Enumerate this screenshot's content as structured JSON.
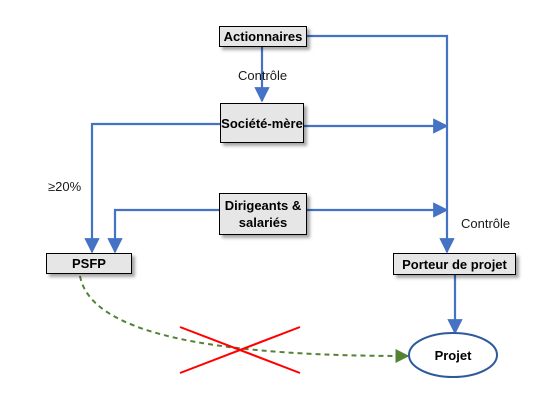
{
  "diagram": {
    "nodes": {
      "actionnaires": "Actionnaires",
      "societe_mere": "Société-mère",
      "dirigeants_line1": "Dirigeants &",
      "dirigeants_line2": "salariés",
      "psfp": "PSFP",
      "porteur": "Porteur de projet",
      "projet": "Projet"
    },
    "labels": {
      "controle_top": "Contrôle",
      "controle_right": "Contrôle",
      "share": "≥20%"
    },
    "colors": {
      "arrow": "#4472c4",
      "dashed_arrow": "#548235",
      "cross": "#ff0000",
      "box_fill": "#e6e6e6",
      "ellipse_stroke": "#2e5a9c"
    }
  }
}
